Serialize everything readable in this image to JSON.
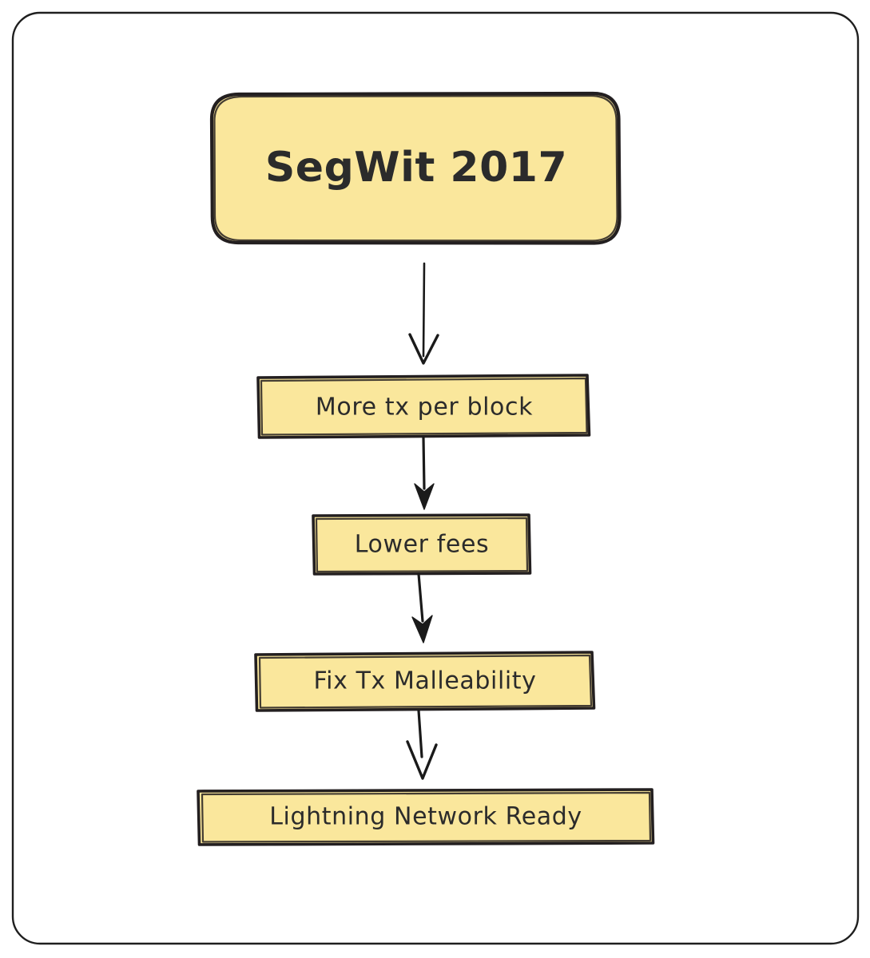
{
  "diagram": {
    "type": "flowchart",
    "orientation": "top-to-bottom",
    "title": "SegWit 2017",
    "style": "hand-drawn-sketch",
    "colors": {
      "node_fill": "#FAE79C",
      "node_border": "#231F20",
      "text": "#2B2B2B",
      "arrow": "#1A1A1A",
      "frame_border": "#1F1F1F",
      "background": "#FFFFFF"
    },
    "root": {
      "label": "SegWit 2017",
      "shape": "rounded-rectangle"
    },
    "nodes": [
      {
        "id": "n1",
        "label": "More tx per block",
        "shape": "rectangle"
      },
      {
        "id": "n2",
        "label": "Lower fees",
        "shape": "rectangle"
      },
      {
        "id": "n3",
        "label": "Fix Tx Malleability",
        "shape": "rectangle"
      },
      {
        "id": "n4",
        "label": "Lightning Network Ready",
        "shape": "rectangle"
      }
    ],
    "edges": [
      {
        "from": "SegWit 2017",
        "to": "More tx per block",
        "arrowhead": "open"
      },
      {
        "from": "More tx per block",
        "to": "Lower fees",
        "arrowhead": "solid"
      },
      {
        "from": "Lower fees",
        "to": "Fix Tx Malleability",
        "arrowhead": "solid"
      },
      {
        "from": "Fix Tx Malleability",
        "to": "Lightning Network Ready",
        "arrowhead": "open"
      }
    ]
  }
}
